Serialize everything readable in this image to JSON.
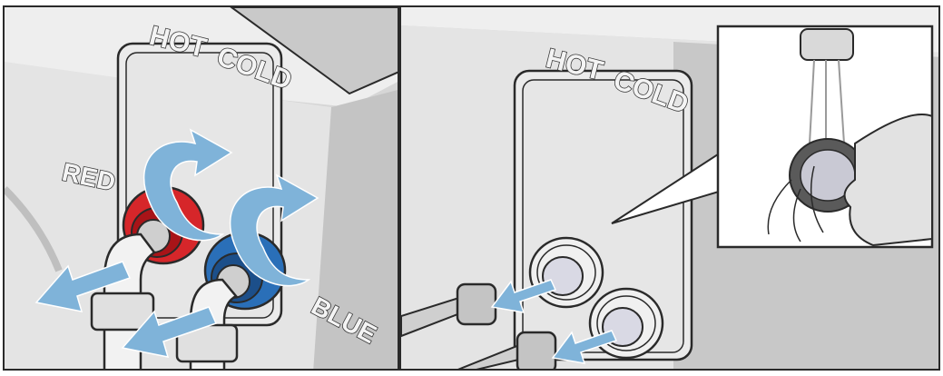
{
  "left_panel": {
    "label_hot": "HOT",
    "label_cold": "COLD",
    "label_red": "RED",
    "label_blue": "BLUE"
  },
  "right_panel": {
    "label_hot": "HOT",
    "label_cold": "COLD"
  },
  "colors": {
    "arrow": "#7fb3d9",
    "red_ring": "#d6262a",
    "blue_ring": "#2a6fb8",
    "outline": "#2a2a2a"
  }
}
